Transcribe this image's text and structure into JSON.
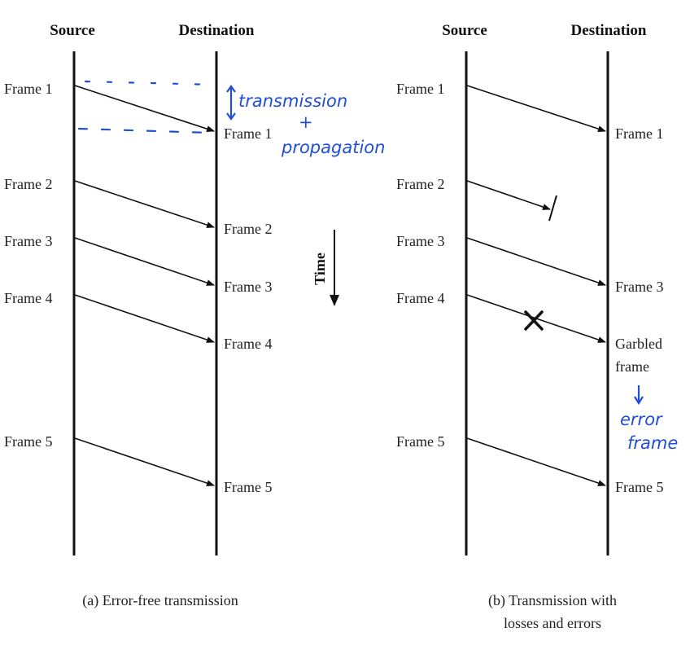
{
  "diagram_a": {
    "source_label": "Source",
    "destination_label": "Destination",
    "caption": "(a) Error-free transmission",
    "frames": [
      {
        "src": "Frame 1",
        "dst": "Frame 1"
      },
      {
        "src": "Frame 2",
        "dst": "Frame 2"
      },
      {
        "src": "Frame 3",
        "dst": "Frame 3"
      },
      {
        "src": "Frame 4",
        "dst": "Frame 4"
      },
      {
        "src": "Frame 5",
        "dst": "Frame 5"
      }
    ]
  },
  "diagram_b": {
    "source_label": "Source",
    "destination_label": "Destination",
    "caption_line1": "(b) Transmission with",
    "caption_line2": "losses and errors",
    "frames": [
      {
        "src": "Frame 1",
        "dst": "Frame 1",
        "status": "delivered"
      },
      {
        "src": "Frame 2",
        "dst": "",
        "status": "lost"
      },
      {
        "src": "Frame 3",
        "dst": "Frame 3",
        "status": "delivered"
      },
      {
        "src": "Frame 4",
        "dst_line1": "Garbled",
        "dst_line2": "frame",
        "status": "garbled"
      },
      {
        "src": "Frame 5",
        "dst": "Frame 5",
        "status": "delivered"
      }
    ]
  },
  "time_label": "Time",
  "annotations": {
    "transmission": "transmission",
    "plus": "+",
    "propagation": "propagation",
    "error_frame_line1": "error",
    "error_frame_line2": "frame"
  },
  "colors": {
    "ink": "#111111",
    "annotation": "#1f4fd8"
  }
}
